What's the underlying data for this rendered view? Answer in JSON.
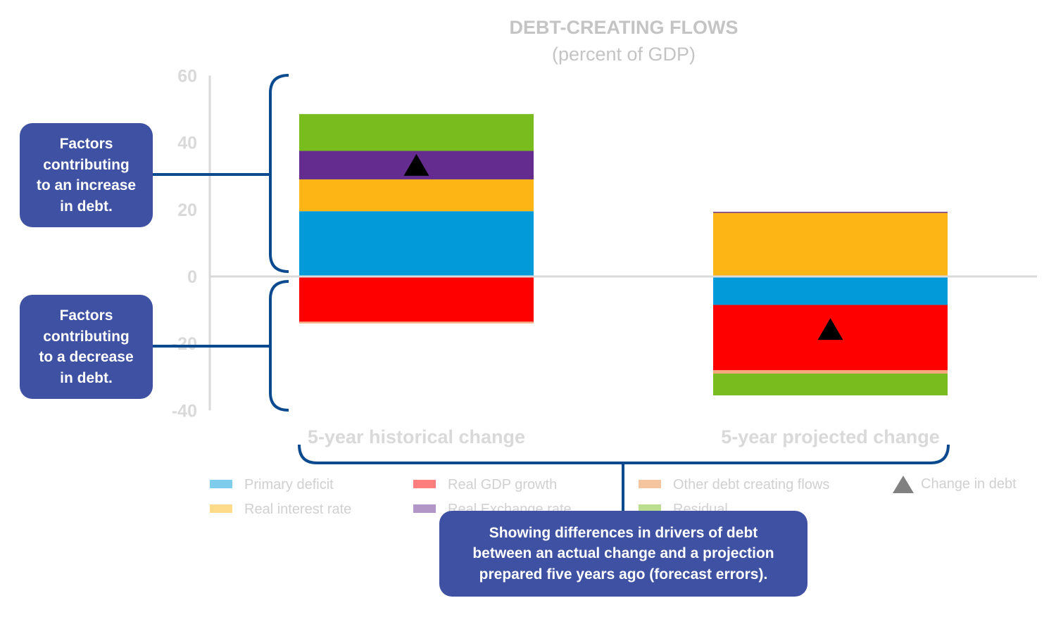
{
  "chart_data": {
    "type": "bar",
    "stacked": true,
    "title": "DEBT-CREATING FLOWS",
    "subtitle": "(percent of GDP)",
    "categories": [
      "5-year historical change",
      "5-year projected change"
    ],
    "ylim": [
      -40,
      60
    ],
    "yticks": [
      60,
      40,
      20,
      0,
      -20,
      -40
    ],
    "grid": false,
    "legend_position": "bottom",
    "series": [
      {
        "name": "Primary deficit",
        "values": [
          19.5,
          -8.5
        ],
        "color": "#039ad9",
        "legend_color": "#7fcdec"
      },
      {
        "name": "Real interest rate",
        "values": [
          9.5,
          19.0
        ],
        "color": "#fdb515",
        "legend_color": "#fedb8a"
      },
      {
        "name": "Real Exchange rate",
        "values": [
          8.5,
          0.3
        ],
        "color": "#652c90",
        "legend_color": "#b296c8"
      },
      {
        "name": "Real GDP growth",
        "values": [
          -13.5,
          -19.5
        ],
        "color": "#ff0000",
        "legend_color": "#ff7f7f"
      },
      {
        "name": "Other debt creating flows",
        "values": [
          -0.5,
          -1.0
        ],
        "color": "#f8a97c",
        "legend_color": "#f5c5a0"
      },
      {
        "name": "Residual",
        "values": [
          11.0,
          -6.5
        ],
        "color": "#78bc1e",
        "legend_color": "#bbdd8e"
      }
    ],
    "change_in_debt": {
      "name": "Change in debt",
      "values": [
        33,
        -16
      ],
      "color": "#000000",
      "legend_color": "#808080"
    }
  },
  "callouts": {
    "increase": [
      "Factors",
      "contributing",
      "to an increase",
      "in debt."
    ],
    "decrease": [
      "Factors",
      "contributing",
      "to a decrease",
      "in debt."
    ],
    "forecast": [
      "Showing differences in drivers of debt",
      "between an actual change and a projection",
      "prepared five years ago (forecast errors)."
    ]
  }
}
